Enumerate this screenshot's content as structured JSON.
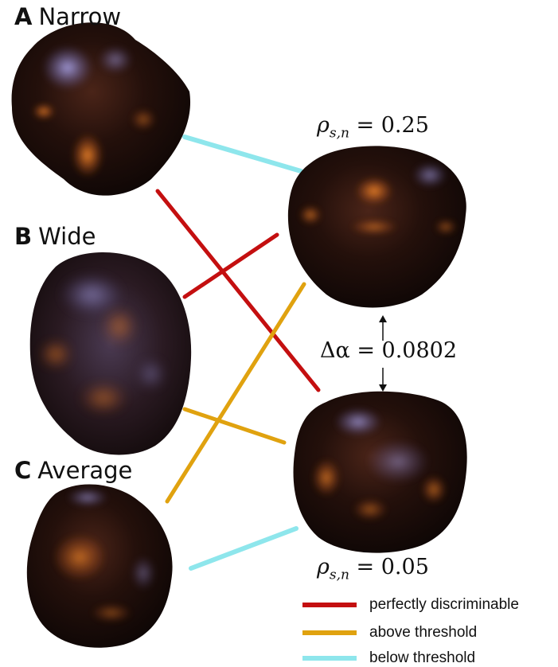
{
  "panels": {
    "a": {
      "letter": "A",
      "name": "Narrow"
    },
    "b": {
      "letter": "B",
      "name": "Wide"
    },
    "c": {
      "letter": "C",
      "name": "Average"
    }
  },
  "annotations": {
    "rho_top": {
      "symbol": "ρ",
      "subscript": "s,n",
      "value": "= 0.25"
    },
    "rho_bottom": {
      "symbol": "ρ",
      "subscript": "s,n",
      "value": "= 0.05"
    },
    "delta_alpha": "Δα = 0.0802"
  },
  "legend": [
    {
      "label": "perfectly discriminable",
      "color": "#c40f10"
    },
    {
      "label": "above threshold",
      "color": "#e0a20f"
    },
    {
      "label": "below threshold",
      "color": "#8ee6ec"
    }
  ],
  "colors": {
    "red": "#c40f10",
    "orange": "#e0a20f",
    "cyan": "#8ee6ec",
    "blob_dark": "#1c0d0a",
    "highlight_orange": "#e0701a",
    "highlight_blue": "#8c86d8"
  }
}
